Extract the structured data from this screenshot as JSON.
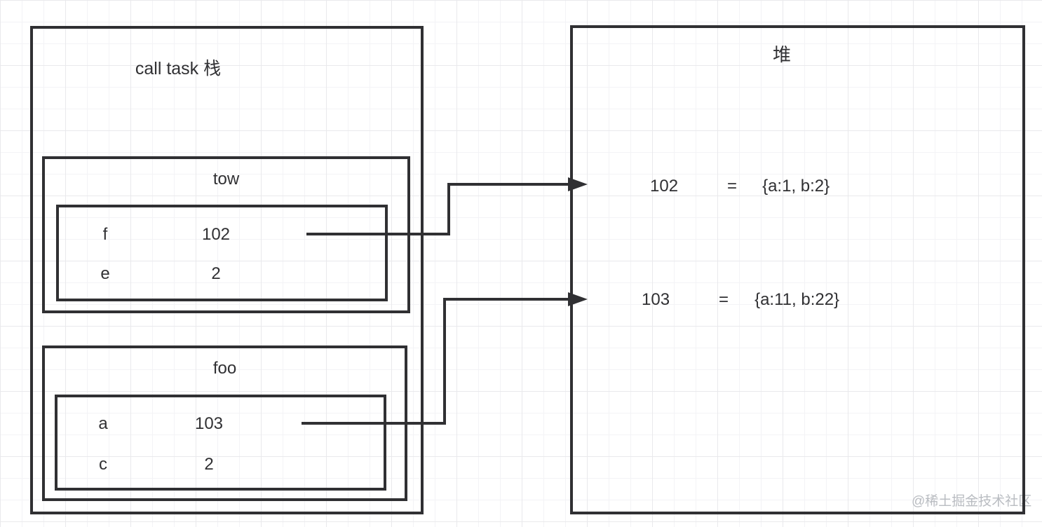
{
  "diagram": {
    "stack": {
      "title": "call task 栈",
      "frames": [
        {
          "name": "tow",
          "vars": [
            {
              "key": "f",
              "value": "102"
            },
            {
              "key": "e",
              "value": "2"
            }
          ]
        },
        {
          "name": "foo",
          "vars": [
            {
              "key": "a",
              "value": "103"
            },
            {
              "key": "c",
              "value": "2"
            }
          ]
        }
      ]
    },
    "heap": {
      "title": "堆",
      "entries": [
        {
          "address": "102",
          "eq": "=",
          "value": "{a:1, b:2}"
        },
        {
          "address": "103",
          "eq": "=",
          "value": "{a:11, b:22}"
        }
      ]
    },
    "arrows": [
      {
        "source": "tow.f value 102",
        "target": "heap entry 102"
      },
      {
        "source": "foo.a value 103",
        "target": "heap entry 103"
      }
    ],
    "watermark": "@稀土掘金技术社区",
    "colors": {
      "line": "#303033",
      "watermark": "#b9bcc1",
      "grid_minor": "#f3f3f6",
      "grid_major": "#e9e9ec"
    }
  }
}
